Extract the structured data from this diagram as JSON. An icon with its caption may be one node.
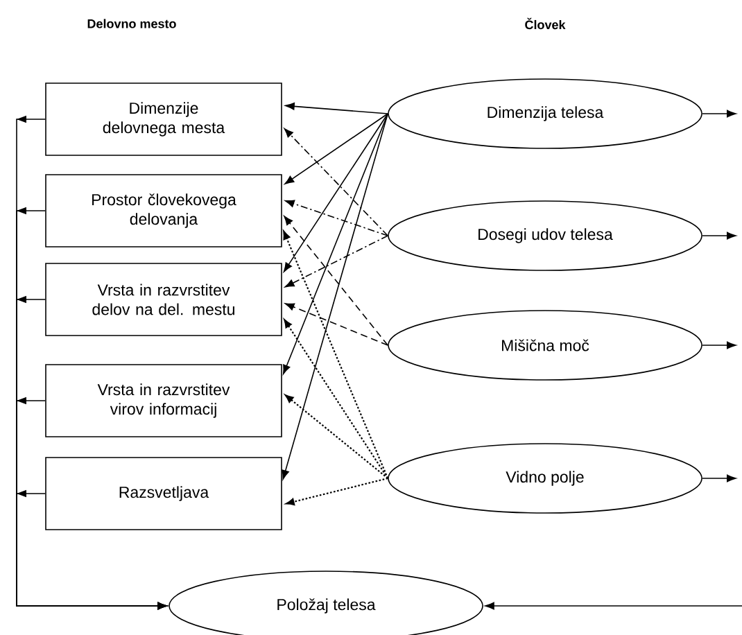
{
  "diagram": {
    "nodes": [
      {
        "text": [
          "Dimenzije delovnega mesta"
        ]
      },
      {
        "text": [
          "Prostor človekovega delovanja"
        ]
      },
      {
        "text": [
          "Vrsta in razvrstitev delov na del. mestu"
        ]
      },
      {
        "text": [
          "Vrsta in razvrstitev virov informacij"
        ]
      },
      {
        "text": [
          "Razsvetljava"
        ]
      },
      {
        "text": [
          "Dimenzija telesa"
        ]
      },
      {
        "text": [
          "Dosegi udov telesa"
        ]
      },
      {
        "text": [
          "Mišična moč"
        ]
      },
      {
        "text": [
          "Vidno polje"
        ]
      },
      {
        "text": [
          "Položaj telesa"
        ]
      }
    ],
    "edges": [
      {
        "from": 5,
        "to": 0,
        "arrow": "to"
      },
      {
        "from": 5,
        "to": 1,
        "arrow": "to"
      },
      {
        "from": 5,
        "to": 2,
        "arrow": "to"
      },
      {
        "from": 5,
        "to": 3,
        "arrow": "to"
      },
      {
        "from": 5,
        "to": 4,
        "arrow": "to"
      },
      {
        "from": 6,
        "to": 0,
        "arrow": "to",
        "style": "dashed"
      },
      {
        "from": 6,
        "to": 1,
        "arrow": "to",
        "style": "dashed"
      },
      {
        "from": 6,
        "to": 2,
        "arrow": "to",
        "style": "dashed"
      },
      {
        "from": 7,
        "to": 1,
        "arrow": "to",
        "style": "dashed"
      },
      {
        "from": 7,
        "to": 2,
        "arrow": "to",
        "style": "dashed"
      },
      {
        "from": 8,
        "to": 1,
        "arrow": "to",
        "style": "dashed"
      },
      {
        "from": 8,
        "to": 2,
        "arrow": "to",
        "style": "dashed"
      },
      {
        "from": 8,
        "to": 3,
        "arrow": "to",
        "style": "dashed"
      },
      {
        "from": 8,
        "to": 4,
        "arrow": "to",
        "style": "dashed"
      },
      {
        "from": 0,
        "to": 9,
        "arrow": "to"
      },
      {
        "from": 1,
        "to": 9,
        "arrow": "to"
      },
      {
        "from": 2,
        "to": 9,
        "arrow": "to"
      },
      {
        "from": 3,
        "to": 9,
        "arrow": "to"
      },
      {
        "from": 4,
        "to": 9,
        "arrow": "to"
      },
      {
        "from": 5,
        "to": null,
        "arrow": "to"
      },
      {
        "from": 6,
        "to": null,
        "arrow": "to"
      },
      {
        "from": 7,
        "to": null,
        "arrow": "to"
      },
      {
        "from": 8,
        "to": null,
        "arrow": "to"
      },
      {
        "from": null,
        "to": 9,
        "arrow": "to"
      }
    ],
    "labels": [
      "Delovno mesto",
      "Človek"
    ]
  }
}
